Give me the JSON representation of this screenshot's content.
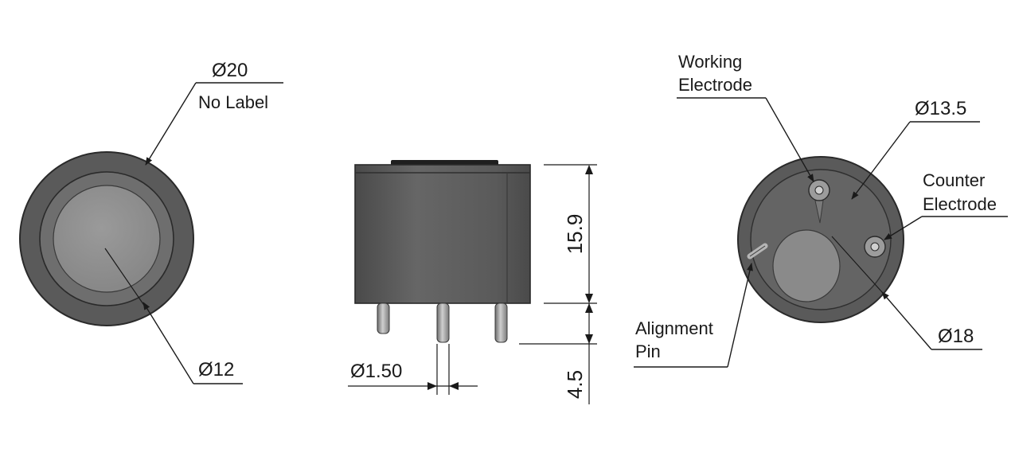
{
  "diagram": {
    "top_view": {
      "outer_diameter_label": "Ø20",
      "label_note": "No Label",
      "inner_diameter_label": "Ø12"
    },
    "side_view": {
      "height_label": "15.9",
      "pin_length_label": "4.5",
      "pin_diameter_label": "Ø1.50"
    },
    "bottom_view": {
      "working_electrode_line1": "Working",
      "working_electrode_line2": "Electrode",
      "pin_circle_diameter_label": "Ø13.5",
      "counter_electrode_line1": "Counter",
      "counter_electrode_line2": "Electrode",
      "alignment_pin_line1": "Alignment",
      "alignment_pin_line2": "Pin",
      "body_diameter_label": "Ø18"
    },
    "colors": {
      "body_dark": "#5a5a5a",
      "ring_mid": "#6e6e6e",
      "face_light": "#8c8c8c",
      "pin": "#9a9a9a",
      "leader_line": "#1a1a1a"
    }
  }
}
